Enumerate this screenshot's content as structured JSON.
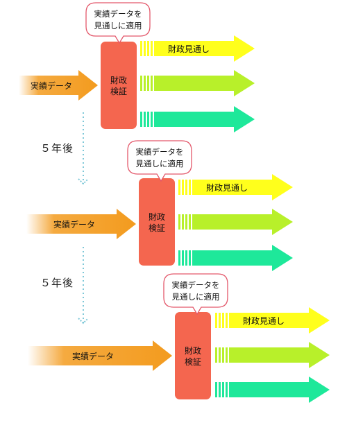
{
  "colors": {
    "input_arrow": "#f39b1e",
    "box": "#f4664f",
    "bubble_stroke": "#e3576a",
    "arrow_top": "#ffff1c",
    "arrow_mid": "#b8f02a",
    "arrow_bottom": "#1ee89a",
    "dotted": "#7ec8d8"
  },
  "stages": [
    {
      "input_label": "実績データ",
      "box_lines": [
        "財政",
        "検証"
      ],
      "bubble_lines": [
        "実績データを",
        "見通しに適用"
      ],
      "output_label": "財政見通し"
    },
    {
      "input_label": "実績データ",
      "box_lines": [
        "財政",
        "検証"
      ],
      "bubble_lines": [
        "実績データを",
        "見通しに適用"
      ],
      "output_label": "財政見通し"
    },
    {
      "input_label": "実績データ",
      "box_lines": [
        "財政",
        "検証"
      ],
      "bubble_lines": [
        "実績データを",
        "見通しに適用"
      ],
      "output_label": "財政見通し"
    }
  ],
  "interval_labels": [
    "５年後",
    "５年後"
  ]
}
